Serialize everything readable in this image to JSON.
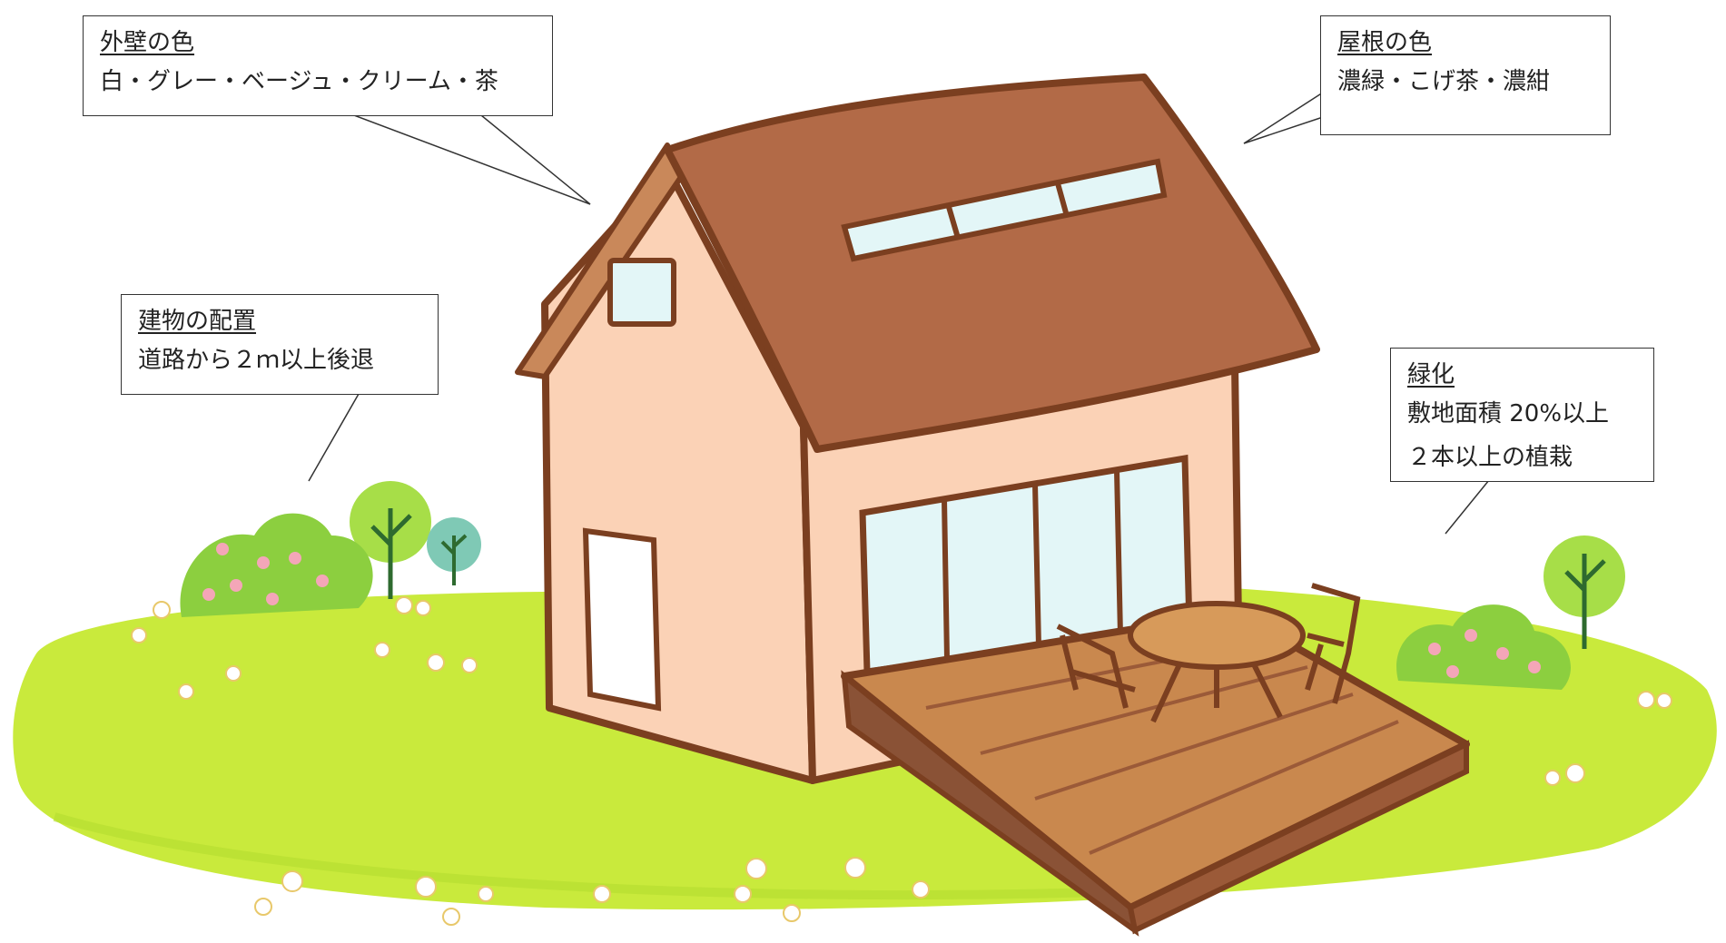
{
  "callouts": {
    "wall": {
      "title": "外壁の色",
      "lines": [
        "白・グレー・ベージュ・クリーム・茶"
      ]
    },
    "roof": {
      "title": "屋根の色",
      "lines": [
        "濃緑・こげ茶・濃紺"
      ]
    },
    "placement": {
      "title": "建物の配置",
      "lines": [
        "道路から２ｍ以上後退"
      ]
    },
    "greenery": {
      "title": "緑化",
      "lines": [
        "敷地面積 20%以上",
        "２本以上の植栽"
      ]
    }
  },
  "colors": {
    "lawn": "#c9ea3c",
    "wall": "#fbd2b6",
    "roof": "#b26a47",
    "outline": "#7b3f20",
    "deck": "#c9884e",
    "bush": "#8ccf3f",
    "flower": "#f4a6b8",
    "window": "#e3f6f7"
  },
  "icons": [
    "house-illustration",
    "tree-icon",
    "bush-icon",
    "dandelion-icon",
    "chair-icon",
    "table-icon"
  ]
}
